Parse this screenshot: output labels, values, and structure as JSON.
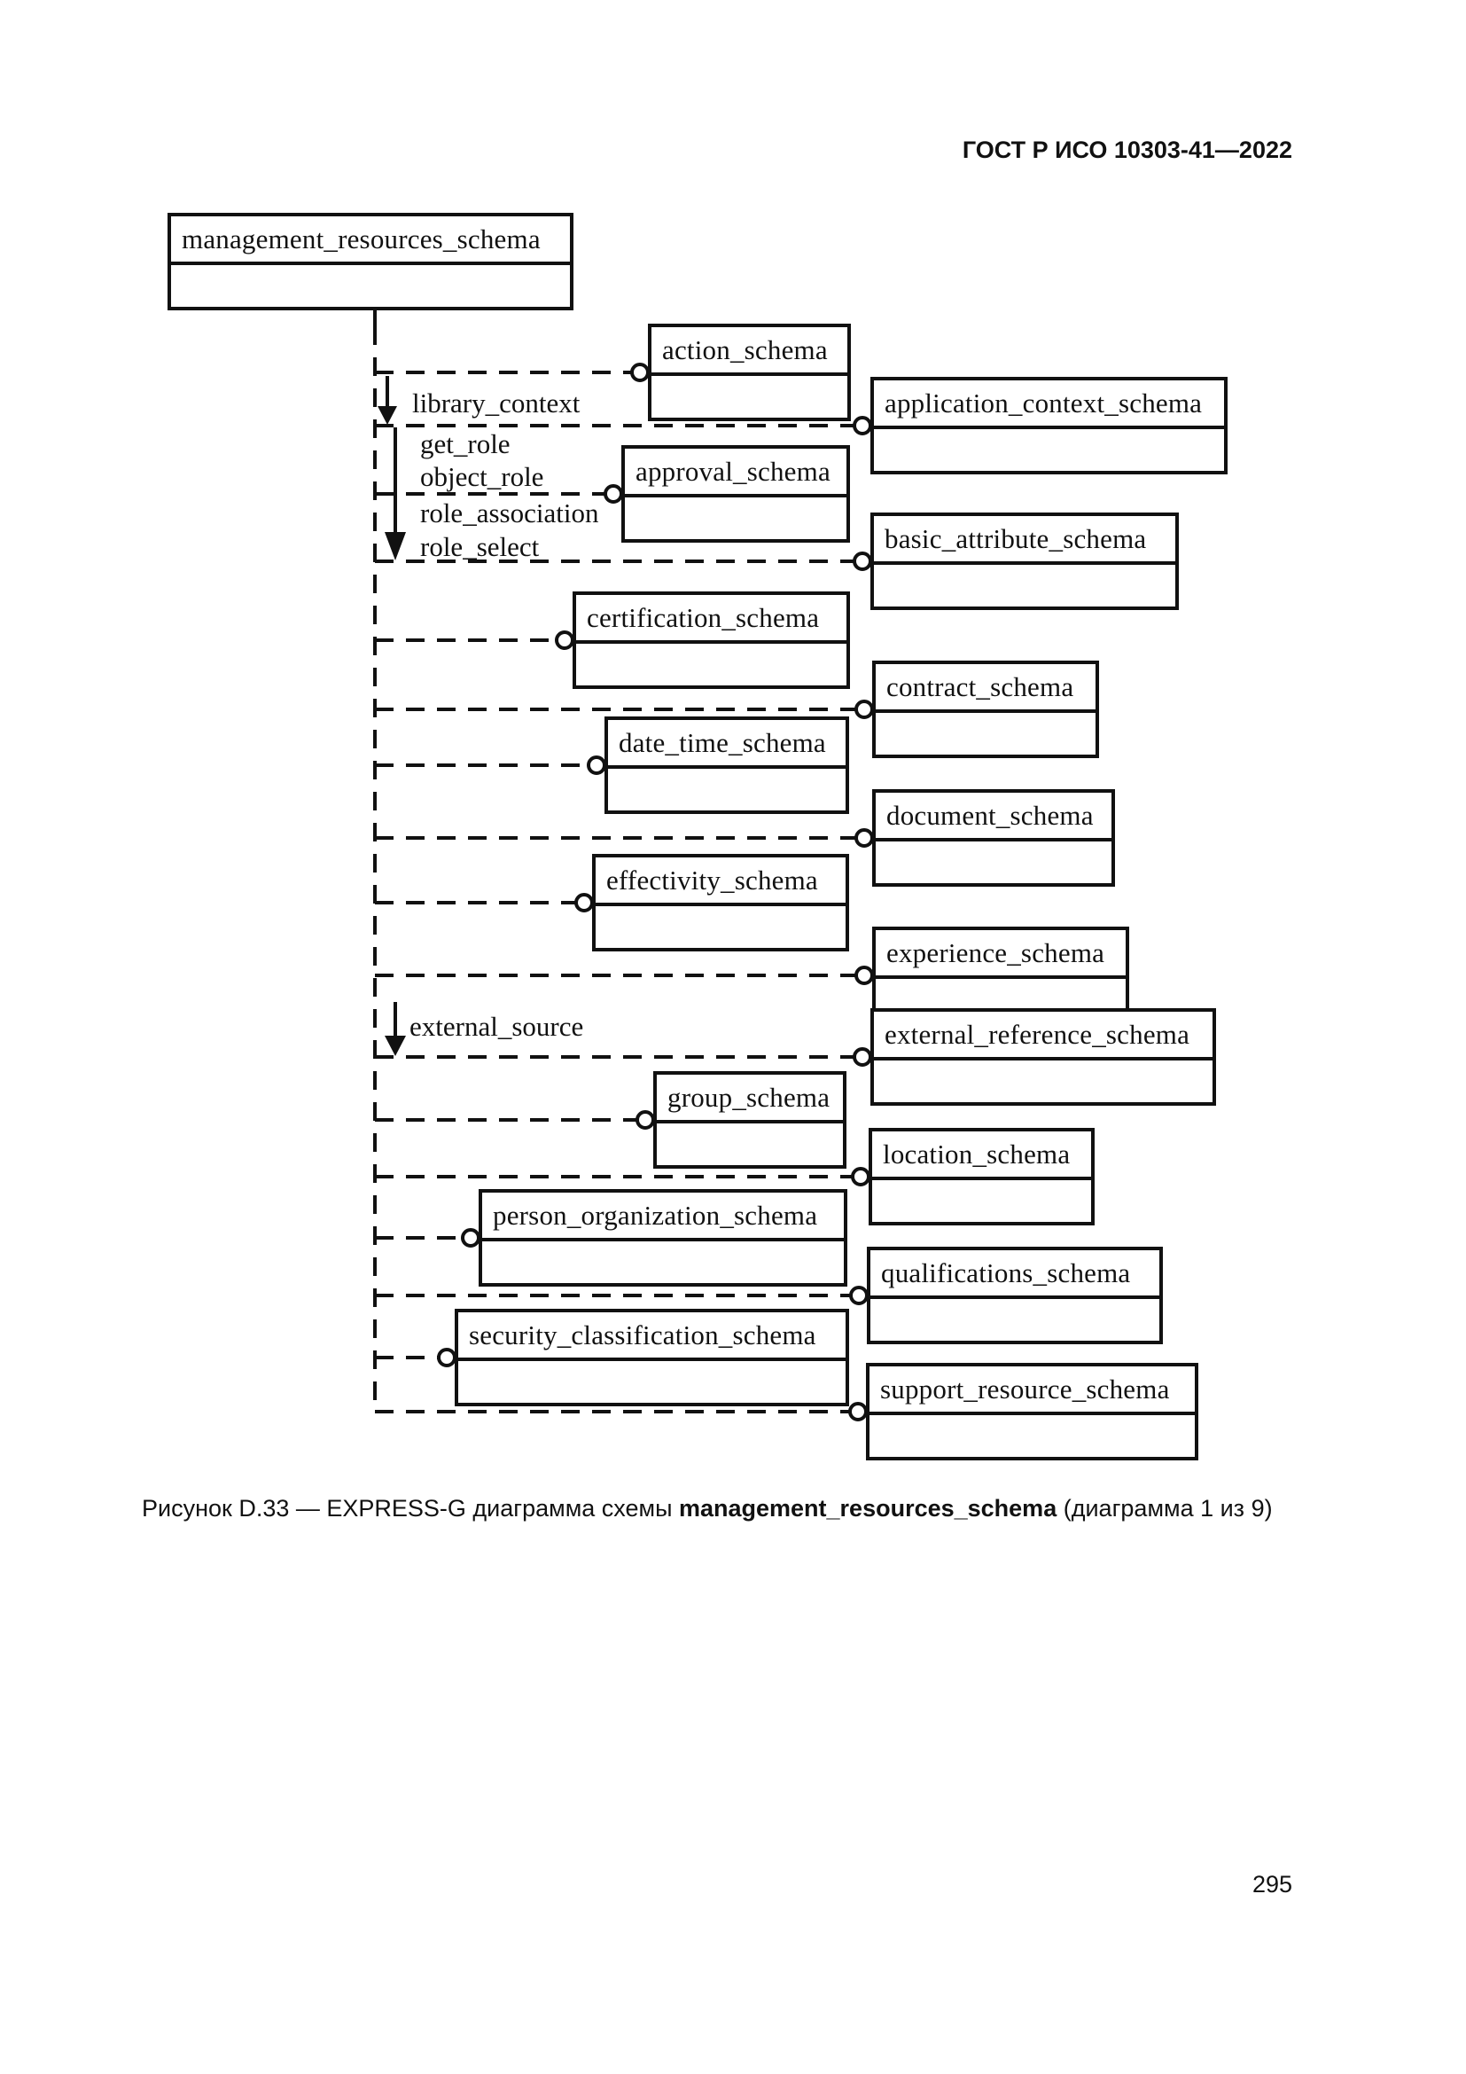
{
  "page": {
    "header": "ГОСТ Р ИСО 10303-41—2022",
    "page_number": "295",
    "caption": {
      "prefix": "Рисунок D.33 — EXPRESS-G диаграмма схемы ",
      "bold": "management_resources_schema",
      "suffix": " (диаграмма 1 из 9)"
    }
  },
  "diagram": {
    "type": "express-g-schema-level",
    "root_schema": {
      "label": "management_resources_schema"
    },
    "schemas": [
      {
        "label": "action_schema"
      },
      {
        "label": "application_context_schema"
      },
      {
        "label": "approval_schema"
      },
      {
        "label": "basic_attribute_schema"
      },
      {
        "label": "certification_schema"
      },
      {
        "label": "contract_schema"
      },
      {
        "label": "date_time_schema"
      },
      {
        "label": "document_schema"
      },
      {
        "label": "effectivity_schema"
      },
      {
        "label": "experience_schema"
      },
      {
        "label": "external_reference_schema"
      },
      {
        "label": "group_schema"
      },
      {
        "label": "location_schema"
      },
      {
        "label": "person_organization_schema"
      },
      {
        "label": "qualifications_schema"
      },
      {
        "label": "security_classification_schema"
      },
      {
        "label": "support_resource_schema"
      }
    ],
    "reference_labels": [
      {
        "label": "library_context"
      },
      {
        "label": "get_role"
      },
      {
        "label": "object_role"
      },
      {
        "label": "role_association"
      },
      {
        "label": "role_select"
      },
      {
        "label": "external_source"
      }
    ],
    "colors": {
      "ink": "#111111",
      "paper": "#ffffff"
    }
  }
}
